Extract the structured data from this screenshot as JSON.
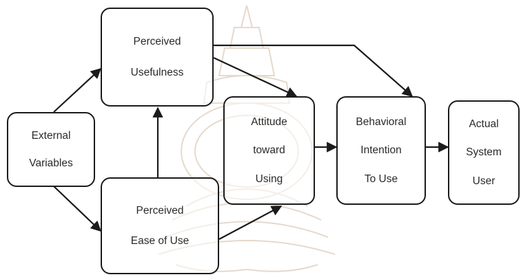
{
  "diagram": {
    "nodes": {
      "external_variables": {
        "lines": [
          "External",
          "Variables"
        ]
      },
      "perceived_usefulness": {
        "lines": [
          "Perceived",
          "Usefulness"
        ]
      },
      "perceived_ease_of_use": {
        "lines": [
          "Perceived",
          "Ease of Use"
        ]
      },
      "attitude": {
        "lines": [
          "Attitude",
          "toward",
          "Using"
        ]
      },
      "behavioral_intention": {
        "lines": [
          "Behavioral",
          "Intention",
          "To Use"
        ]
      },
      "actual_system_use": {
        "lines": [
          "Actual",
          "System",
          "User"
        ]
      }
    },
    "edges": [
      {
        "from": "External Variables",
        "to": "Perceived Usefulness"
      },
      {
        "from": "External Variables",
        "to": "Perceived Ease of Use"
      },
      {
        "from": "Perceived Ease of Use",
        "to": "Perceived Usefulness"
      },
      {
        "from": "Perceived Usefulness",
        "to": "Attitude toward Using"
      },
      {
        "from": "Perceived Usefulness",
        "to": "Behavioral Intention To Use"
      },
      {
        "from": "Perceived Ease of Use",
        "to": "Attitude toward Using"
      },
      {
        "from": "Attitude toward Using",
        "to": "Behavioral Intention To Use"
      },
      {
        "from": "Behavioral Intention To Use",
        "to": "Actual System User"
      }
    ],
    "colors": {
      "stroke": "#1b1b1b",
      "text": "#2a2a2a",
      "watermark": "#e6d9cc"
    },
    "watermark_icon": "temple-seal-icon"
  }
}
